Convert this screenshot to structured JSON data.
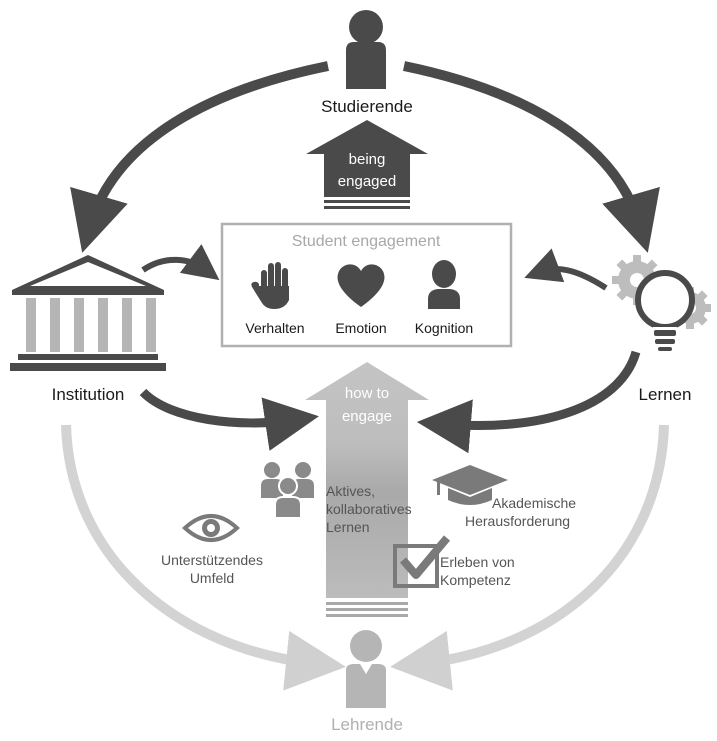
{
  "labels": {
    "studierende": "Studierende",
    "institution": "Institution",
    "lernen": "Lernen",
    "lehrende": "Lehrende"
  },
  "being_engaged": [
    "being",
    "engaged"
  ],
  "how_to_engage": [
    "how to",
    "engage"
  ],
  "engagement_box": {
    "title": "Student engagement",
    "items": [
      {
        "label": "Verhalten",
        "icon": "hand-icon"
      },
      {
        "label": "Emotion",
        "icon": "heart-icon"
      },
      {
        "label": "Kognition",
        "icon": "head-icon"
      }
    ]
  },
  "factors": {
    "aktives": [
      "Aktives,",
      "kollaboratives",
      "Lernen"
    ],
    "akademische": [
      "Akademische",
      "Herausforderung"
    ],
    "unterstuetzendes": [
      "Unterstützendes",
      "Umfeld"
    ],
    "erleben": [
      "Erleben von",
      "Kompetenz"
    ]
  },
  "colors": {
    "dark": "#4a4a4a",
    "mid": "#8a8a8a",
    "light": "#c8c8c8",
    "box_border": "#b0b0b0",
    "box_title": "#a8a8a8"
  }
}
